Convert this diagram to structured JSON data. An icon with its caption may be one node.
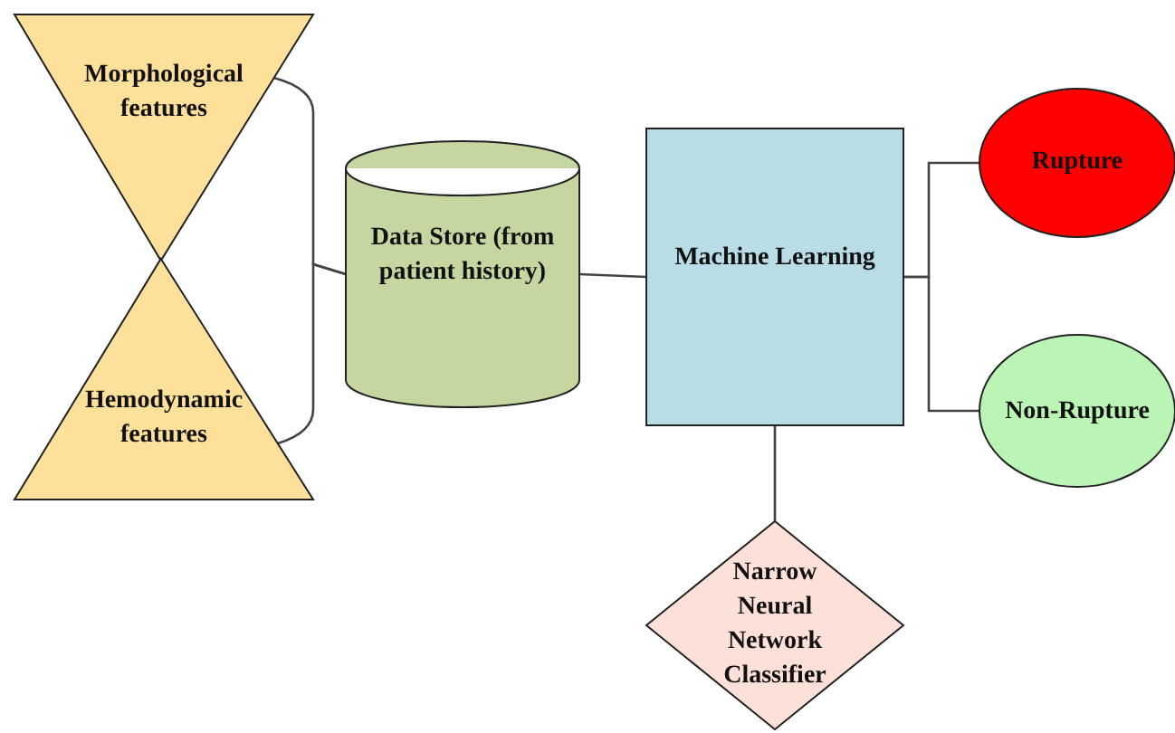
{
  "diagram": {
    "nodes": [
      {
        "text": [
          "Morphological features"
        ]
      },
      {
        "text": [
          "Hemodynamic features"
        ]
      },
      {
        "text": [
          "Data Store (from patient history)"
        ]
      },
      {
        "text": [
          "Machine Learning"
        ]
      },
      {
        "text": [
          "Rupture"
        ]
      },
      {
        "text": [
          "Non-Rupture"
        ]
      },
      {
        "text": [
          "Narrow Neural Network Classifier"
        ]
      }
    ],
    "edges": [
      {
        "from": 0,
        "to": 2,
        "arrow": "none"
      },
      {
        "from": 1,
        "to": 2,
        "arrow": "none"
      },
      {
        "from": 2,
        "to": 3,
        "arrow": "none"
      },
      {
        "from": 3,
        "to": 4,
        "arrow": "none"
      },
      {
        "from": 3,
        "to": 5,
        "arrow": "none"
      },
      {
        "from": 3,
        "to": 6,
        "arrow": "none"
      }
    ]
  }
}
